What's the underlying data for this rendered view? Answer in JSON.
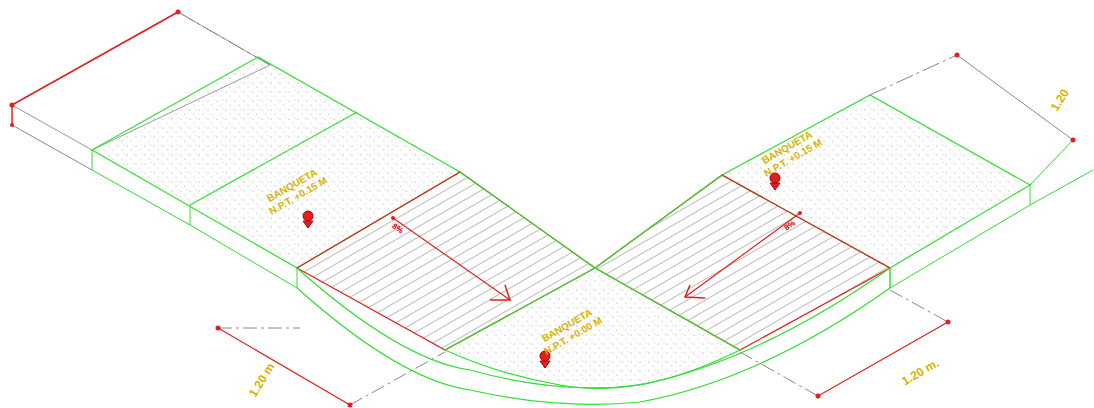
{
  "diagram": {
    "nodes": [
      {
        "text": [
          "BANQUETA N.P.T. +0.15 M"
        ]
      },
      {
        "text": [
          "BANQUETA N.P.T. +0.15 M"
        ]
      },
      {
        "text": [
          "BANQUETA N.P.T. +0.00 M"
        ]
      }
    ],
    "labels": [
      "8%",
      "8%",
      "1.20 m",
      "1.20 m.",
      "1.20"
    ]
  }
}
